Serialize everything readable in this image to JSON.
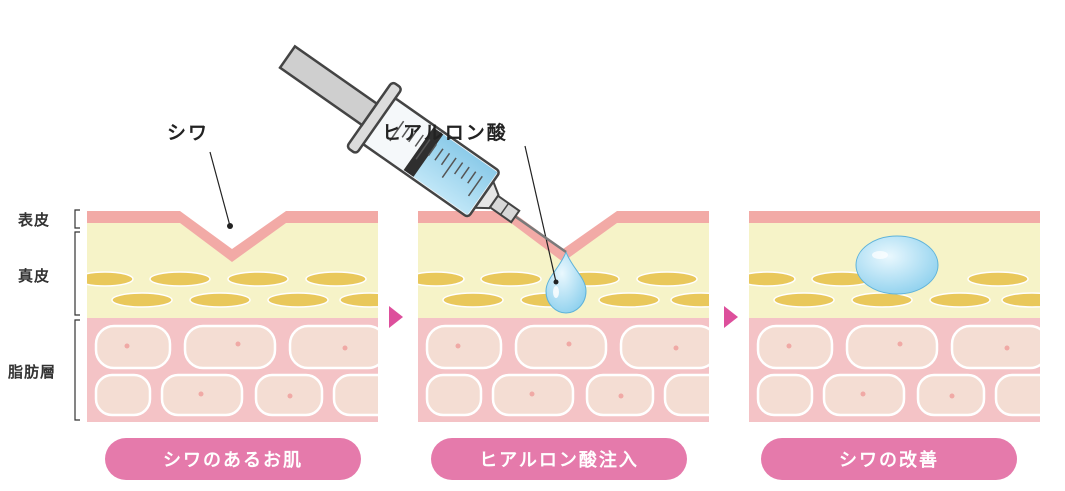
{
  "layers": {
    "epidermis": "表皮",
    "dermis": "真皮",
    "subcutaneous": "脂肪層"
  },
  "callouts": {
    "wrinkle": "シワ",
    "hyaluronic": "ヒアルロン酸"
  },
  "panels": [
    {
      "caption": "シワのあるお肌"
    },
    {
      "caption": "ヒアルロン酸注入"
    },
    {
      "caption": "シワの改善"
    }
  ],
  "colors": {
    "epidermis": "#f2aaa6",
    "dermis": "#f6f3c8",
    "collagen": "#e9c85b",
    "fat_bg": "#f4c3c6",
    "fat_cell": "#f4ddd3",
    "arrow": "#dd4f9c",
    "pill": "#e57aab",
    "droplet": "#8fd1ee"
  }
}
